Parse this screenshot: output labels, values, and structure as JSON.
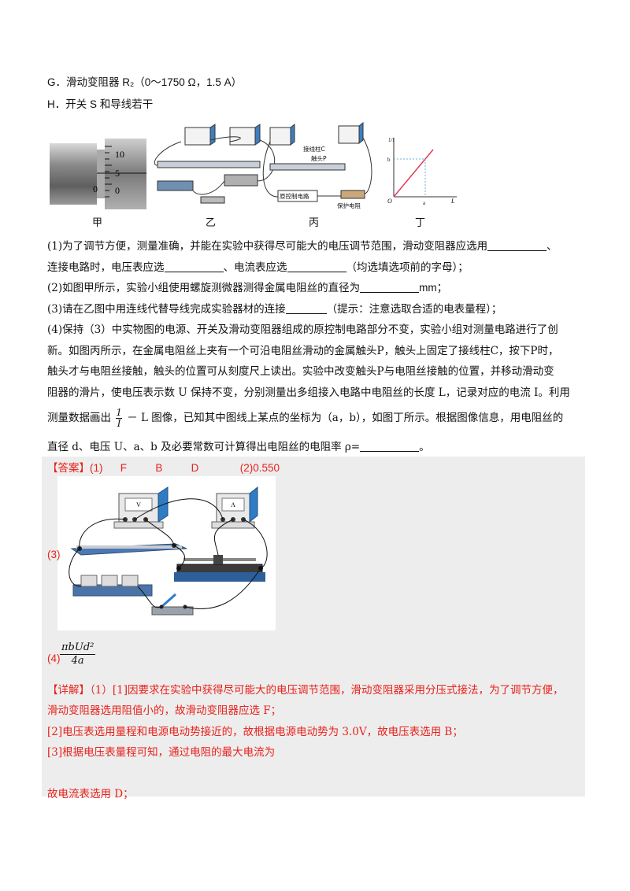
{
  "option_g": "G．滑动变阻器 R₂（0～1750 Ω，1.5 A）",
  "option_h": "H．开关 S 和导线若干",
  "figure": {
    "captions": [
      "甲",
      "乙",
      "丙",
      "丁"
    ],
    "micrometer": {
      "ticks": [
        "10",
        "5",
        "0",
        "0"
      ],
      "reading_mm": 0.55
    },
    "bing_labels": {
      "terminal": "接线柱C",
      "contact": "触头P",
      "control": "原控制电路",
      "protect": "保护电阻"
    },
    "graph": {
      "y_axis": "1/I",
      "x_axis": "L",
      "origin": "O",
      "b": "b",
      "a": "a"
    }
  },
  "q1": {
    "text_a": "(1)为了调节方便，测量准确，并能在实验中获得尽可能大的电压调节范围，滑动变阻器应选用",
    "sep": "、",
    "text_b": "连接电路时，电压表应选",
    "text_c": "、电流表应选",
    "text_d": "（均选填选项前的字母）；"
  },
  "q2": {
    "text": "(2)如图甲所示，实验小组使用螺旋测微器测得金属电阻丝的直径为",
    "unit": "mm；"
  },
  "q3": {
    "text": "(3)请在乙图中用连线代替导线完成实验器材的连接",
    "hint": "（提示：注意选取合适的电表量程）；"
  },
  "q4": {
    "l1": "(4)保持（3）中实物图的电源、开关及滑动变阻器组成的原控制电路部分不变，实验小组对测量电路进行了创",
    "l2": "新。如图丙所示，在金属电阻丝上夹有一个可沿电阻丝滑动的金属触头P，触头上固定了接线柱C，按下P时，",
    "l3": "触头才与电阻丝接触，触头的位置可从刻度尺上读出。实验中改变触头P与电阻丝接触的位置，并移动滑动变",
    "l4": "阻器的滑片，使电压表示数 U 保持不变，分别测量出多组接入电路中电阻丝的长度 L，记录对应的电流 I。利用",
    "l5a": "测量数据画出",
    "l5b": "－ L 图像，已知其中图线上某点的坐标为（a，b），如图丁所示。根据图像信息，用电阻丝的",
    "l6a": "直径 d、电压 U、a、b 及必要常数可计算得出电阻丝的电阻率 ρ=",
    "l6b": "。"
  },
  "answer": {
    "tag": "【答案】",
    "a1_label": "(1)",
    "a1_values": [
      "F",
      "B",
      "D"
    ],
    "a2": "(2)0.550",
    "a3_label": "(3)",
    "a3_meters": [
      "V",
      "A"
    ],
    "a4_label": "(4)",
    "a4_num": "πbUd²",
    "a4_den": "4a"
  },
  "detail": {
    "tag": "【详解】",
    "p1a": "（1）[1]因要求在实验中获得尽可能大的电压调节范围，滑动变阻器采用分压式接法，为了调节方便，",
    "p1b": "滑动变阻器选用阻值小的，故滑动变阻器应选 F；",
    "p2": "[2]电压表选用量程和电源电动势接近的，故根据电源电动势为 3.0V，故电压表选用 B；",
    "p3": "[3]根据电压表量程可知，通过电阻的最大电流为",
    "p4": "故电流表选用 D；"
  }
}
